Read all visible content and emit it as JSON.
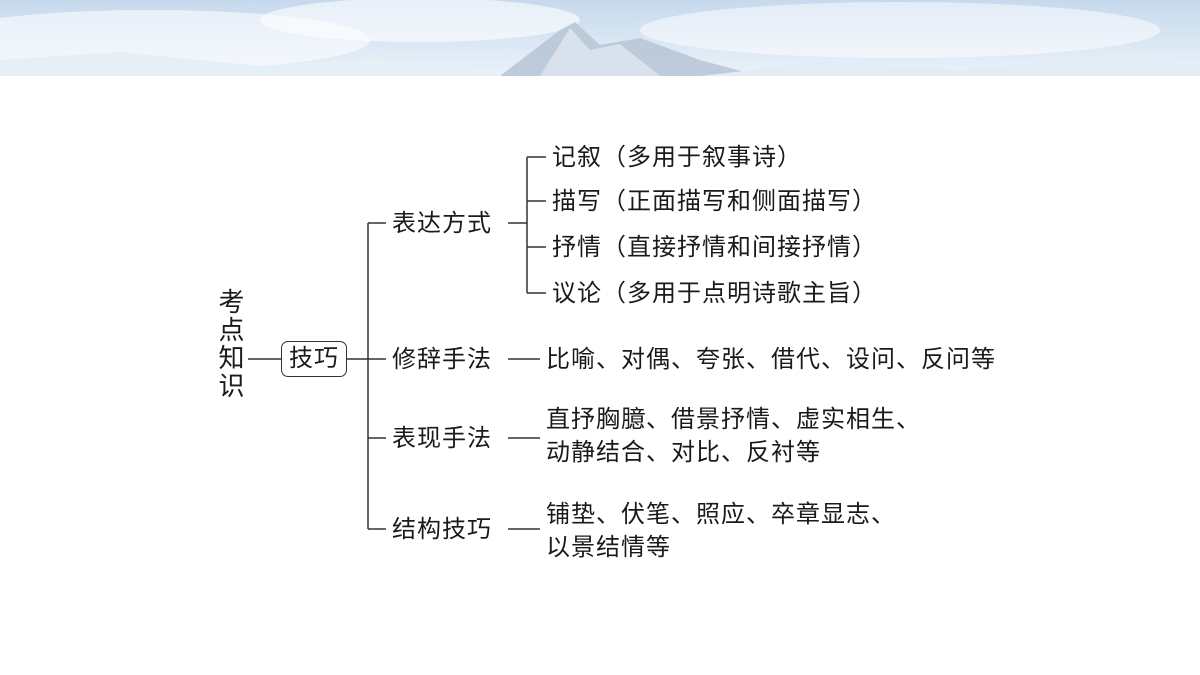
{
  "diagram": {
    "root": "考点知识",
    "center": "技巧",
    "branches": [
      {
        "label": "表达方式",
        "items": [
          "记叙（多用于叙事诗）",
          "描写（正面描写和侧面描写）",
          "抒情（直接抒情和间接抒情）",
          "议论（多用于点明诗歌主旨）"
        ]
      },
      {
        "label": "修辞手法",
        "detail": [
          "比喻、对偶、夸张、借代、设问、反问等"
        ]
      },
      {
        "label": "表现手法",
        "detail": [
          "直抒胸臆、借景抒情、虚实相生、",
          "动静结合、对比、反衬等"
        ]
      },
      {
        "label": "结构技巧",
        "detail": [
          "铺垫、伏笔、照应、卒章显志、",
          "以景结情等"
        ]
      }
    ]
  },
  "colors": {
    "line": "#333333",
    "text": "#1a1a1a",
    "banner_sky_top": "#c9dbee",
    "banner_sky_bottom": "#eef4fa"
  }
}
